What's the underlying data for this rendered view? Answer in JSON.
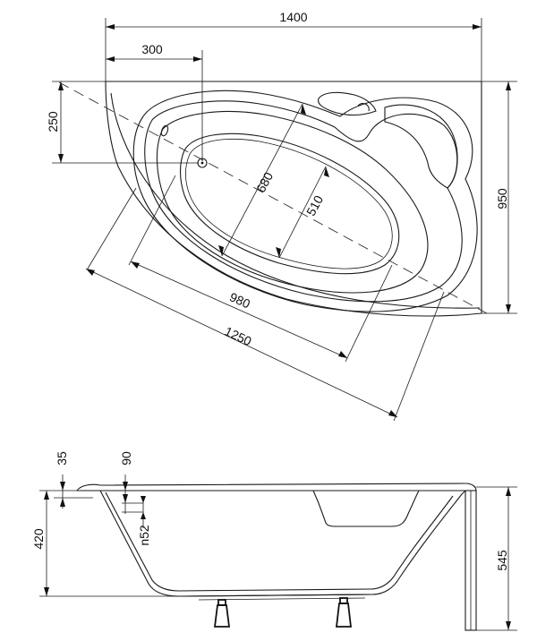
{
  "plan_view": {
    "dimensions": {
      "overall_length": "1400",
      "drain_offset_x": "300",
      "drain_offset_y": "250",
      "overall_width": "950",
      "inner_basin_width": "680",
      "bottom_width": "510",
      "bottom_length": "980",
      "inner_length": "1250"
    }
  },
  "side_view": {
    "dimensions": {
      "rim_thickness": "35",
      "overflow_offset": "90",
      "overflow_diameter": "n52",
      "inner_depth": "420",
      "total_height": "545"
    }
  },
  "colors": {
    "line": "#1a1a1a",
    "background": "#ffffff"
  }
}
